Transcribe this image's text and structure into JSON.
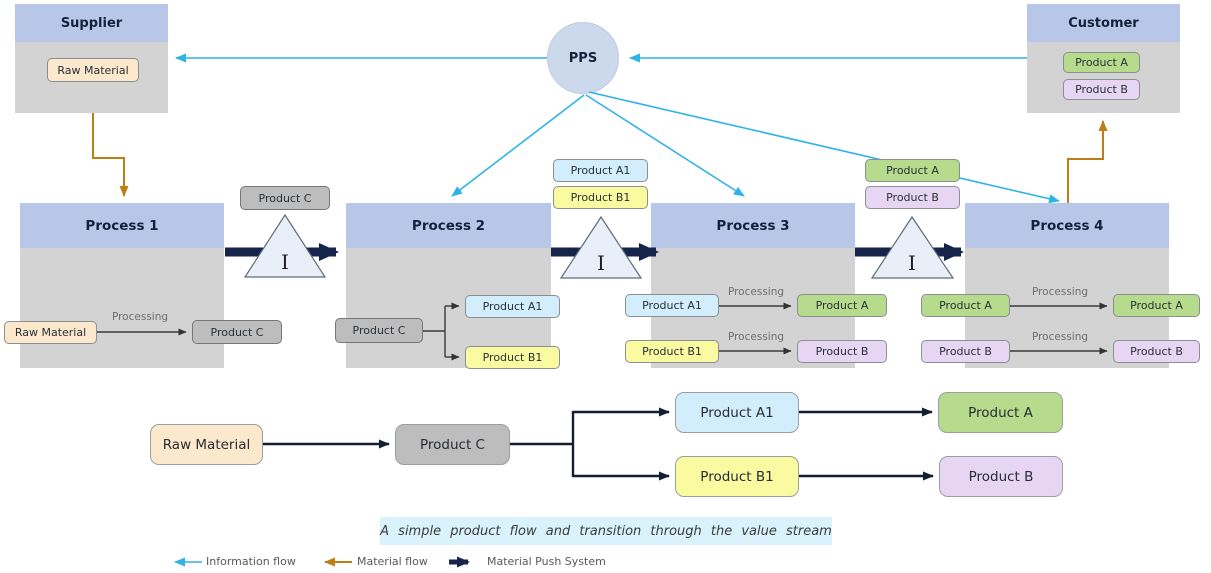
{
  "colors": {
    "header_blue": "#b8c7e8",
    "body_gray": "#d3d3d3",
    "info_flow": "#2db3e8",
    "material_flow": "#bf7d16",
    "push_arrow": "#16234a",
    "chip_peach": "#fce8cd",
    "chip_gray": "#bdbdbd",
    "chip_blue": "#d2edfb",
    "chip_yellow": "#fafaa0",
    "chip_green": "#b6db8d",
    "chip_purple": "#e6d5f3",
    "pps_fill": "#ccd8ec",
    "triangle_fill": "#e9eff9",
    "caption_bg": "#d9f2fc"
  },
  "supplier": {
    "title": "Supplier",
    "item": "Raw Material"
  },
  "customer": {
    "title": "Customer",
    "item_a": "Product A",
    "item_b": "Product B"
  },
  "pps": {
    "label": "PPS"
  },
  "processes": [
    {
      "title": "Process 1",
      "left": "Raw Material",
      "arrow_label": "Processing",
      "right": "Product C"
    },
    {
      "title": "Process 2",
      "left": "Product C",
      "top": "Product A1",
      "bottom": "Product B1"
    },
    {
      "title": "Process 3",
      "row1_left": "Product A1",
      "row1_label": "Processing",
      "row1_right": "Product A",
      "row2_left": "Product B1",
      "row2_label": "Processing",
      "row2_right": "Product B"
    },
    {
      "title": "Process 4",
      "row1_left": "Product A",
      "row1_label": "Processing",
      "row1_right": "Product A",
      "row2_left": "Product B",
      "row2_label": "Processing",
      "row2_right": "Product B"
    }
  ],
  "inventories": [
    {
      "symbol": "I",
      "chip1": "Product C"
    },
    {
      "symbol": "I",
      "chip1": "Product A1",
      "chip2": "Product B1"
    },
    {
      "symbol": "I",
      "chip1": "Product A",
      "chip2": "Product B"
    }
  ],
  "product_flow": {
    "raw_material": "Raw Material",
    "product_c": "Product C",
    "product_a1": "Product A1",
    "product_b1": "Product B1",
    "product_a": "Product A",
    "product_b": "Product B"
  },
  "caption": "A simple product flow and transition through the value stream",
  "legend": {
    "information_flow": "Information flow",
    "material_flow": "Material flow",
    "push_system": "Material Push System"
  }
}
